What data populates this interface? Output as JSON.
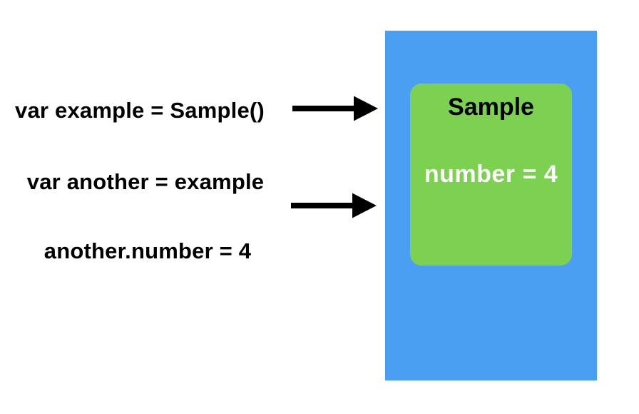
{
  "colors": {
    "background": "#FFFFFF",
    "blue_box": "#4A9FF3",
    "green_box": "#7CD150",
    "arrow": "#000000",
    "code_text": "#000000",
    "class_title": "#000000",
    "property_text": "#FFFFFF"
  },
  "code_lines": [
    {
      "text": "var example = Sample()"
    },
    {
      "text": "var another = example"
    },
    {
      "text": "another.number = 4"
    }
  ],
  "instance": {
    "class_name": "Sample",
    "property": "number = 4"
  }
}
